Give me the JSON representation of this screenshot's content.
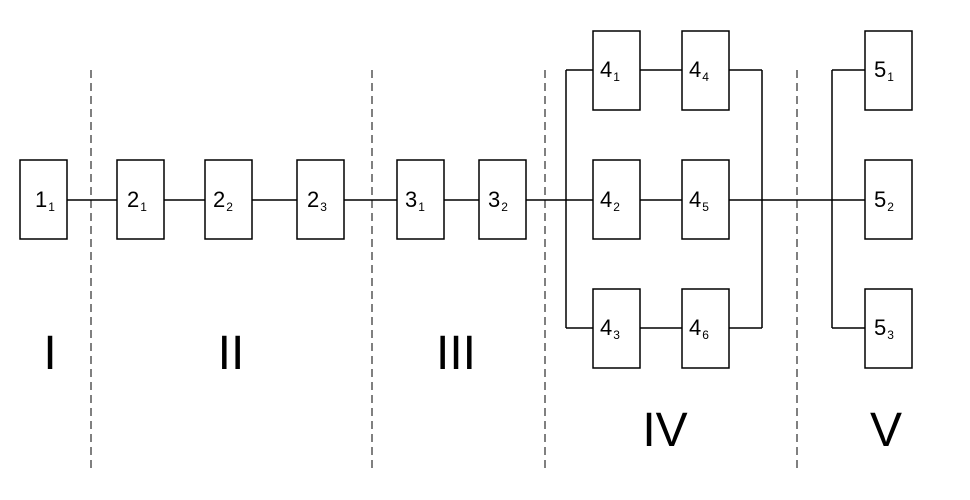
{
  "stages": [
    {
      "id": "I",
      "label": "I"
    },
    {
      "id": "II",
      "label": "II"
    },
    {
      "id": "III",
      "label": "III"
    },
    {
      "id": "IV",
      "label": "IV"
    },
    {
      "id": "V",
      "label": "V"
    }
  ],
  "nodes": [
    {
      "id": "1_1",
      "main": "1",
      "sub": "1"
    },
    {
      "id": "2_1",
      "main": "2",
      "sub": "1"
    },
    {
      "id": "2_2",
      "main": "2",
      "sub": "2"
    },
    {
      "id": "2_3",
      "main": "2",
      "sub": "3"
    },
    {
      "id": "3_1",
      "main": "3",
      "sub": "1"
    },
    {
      "id": "3_2",
      "main": "3",
      "sub": "2"
    },
    {
      "id": "4_1",
      "main": "4",
      "sub": "1"
    },
    {
      "id": "4_2",
      "main": "4",
      "sub": "2"
    },
    {
      "id": "4_3",
      "main": "4",
      "sub": "3"
    },
    {
      "id": "4_4",
      "main": "4",
      "sub": "4"
    },
    {
      "id": "4_5",
      "main": "4",
      "sub": "5"
    },
    {
      "id": "4_6",
      "main": "4",
      "sub": "6"
    },
    {
      "id": "5_1",
      "main": "5",
      "sub": "1"
    },
    {
      "id": "5_2",
      "main": "5",
      "sub": "2"
    },
    {
      "id": "5_3",
      "main": "5",
      "sub": "3"
    }
  ]
}
